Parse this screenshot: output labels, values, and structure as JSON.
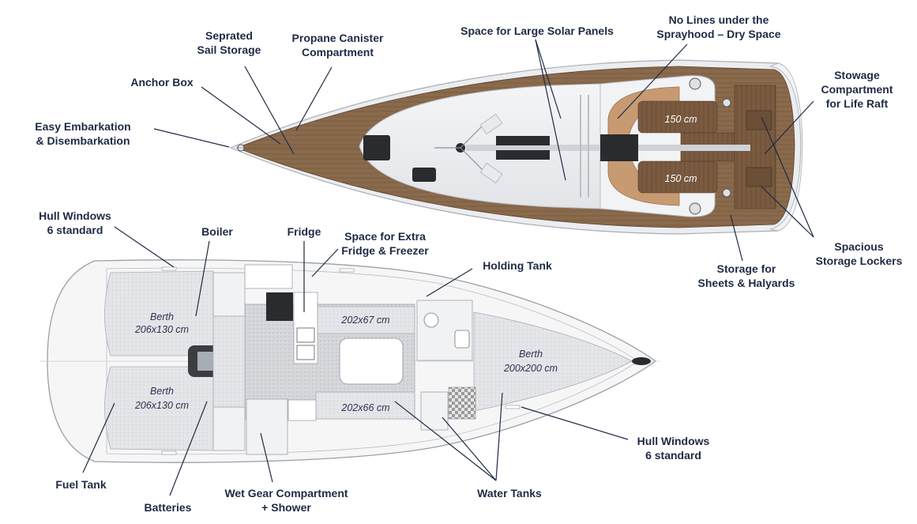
{
  "deck_labels": {
    "seprated_sail_storage": "Seprated\nSail Storage",
    "propane_canister_compartment": "Propane Canister\nCompartment",
    "space_for_large_solar_panels": "Space for Large Solar Panels",
    "no_lines_under_sprayhood": "No Lines under the\nSprayhood – Dry Space",
    "anchor_box": "Anchor Box",
    "stowage_life_raft": "Stowage\nCompartment\nfor Life Raft",
    "easy_embarkation": "Easy Embarkation\n& Disembarkation",
    "spacious_storage_lockers": "Spacious\nStorage Lockers",
    "storage_sheets_halyards": "Storage for\nSheets & Halyards",
    "cockpit_seat_length_top": "150 cm",
    "cockpit_seat_length_bottom": "150 cm"
  },
  "interior_labels": {
    "hull_windows_aft": "Hull Windows\n6 standard",
    "boiler": "Boiler",
    "fridge": "Fridge",
    "space_extra_fridge": "Space for Extra\nFridge & Freezer",
    "holding_tank": "Holding Tank",
    "hull_windows_fwd": "Hull Windows\n6 standard",
    "fuel_tank": "Fuel Tank",
    "batteries": "Batteries",
    "wet_gear_shower": "Wet Gear Compartment\n+ Shower",
    "water_tanks": "Water Tanks"
  },
  "berths": {
    "aft_top": {
      "name": "Berth",
      "size": "206x130 cm"
    },
    "aft_bottom": {
      "name": "Berth",
      "size": "206x130 cm"
    },
    "forward": {
      "name": "Berth",
      "size": "200x200 cm"
    },
    "settee_top": "202x67 cm",
    "settee_bottom": "202x66 cm"
  },
  "colors": {
    "label_text": "#1e2a44",
    "leader_line": "#1e2a44",
    "teak_deck": "#8a6a4c",
    "hull_outline": "#9aa0a8",
    "interior_floor": "#d9dade"
  }
}
